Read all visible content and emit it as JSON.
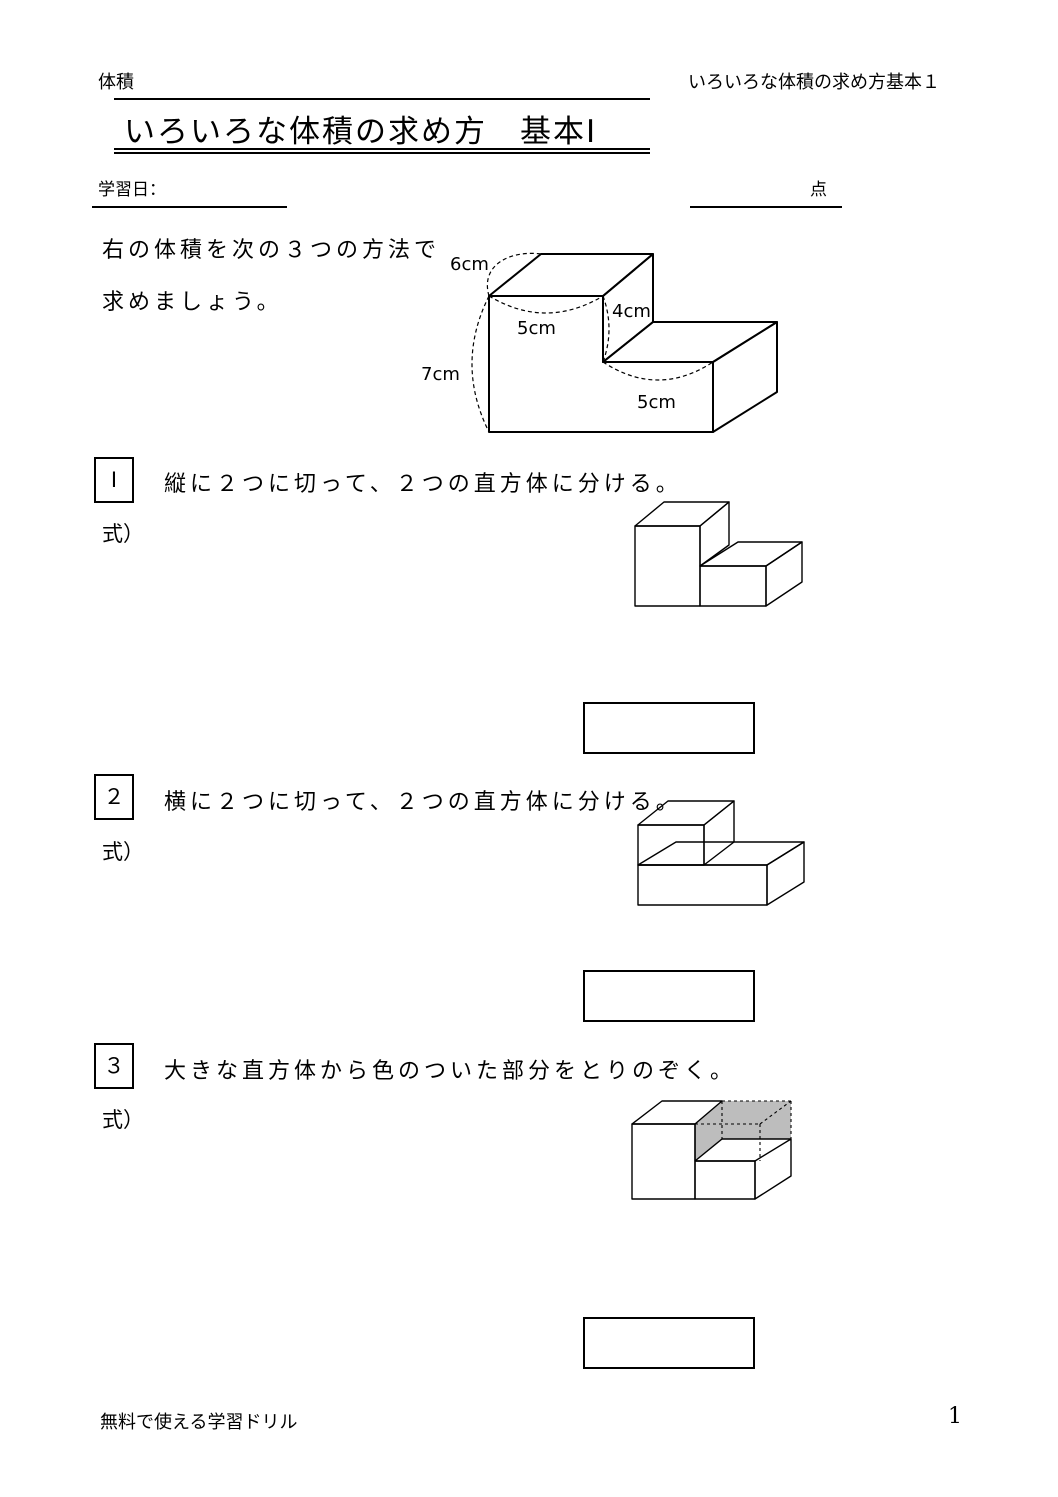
{
  "header": {
    "left": "体積",
    "right": "いろいろな体積の求め方基本１"
  },
  "title": "いろいろな体積の求め方　基本Ⅰ",
  "study_date_label": "学習日：",
  "score_label": "点",
  "intro": {
    "line1": "右の体積を次の３つの方法で",
    "line2": "求めましょう。"
  },
  "main_figure": {
    "dims": {
      "depth": "6cm",
      "top_width": "5cm",
      "step_height": "4cm",
      "total_height": "7cm",
      "bottom_width": "5cm"
    }
  },
  "problems": [
    {
      "number": "Ⅰ",
      "text": "縦に２つに切って、２つの直方体に分ける。",
      "formula_label": "式）"
    },
    {
      "number": "２",
      "text": "横に２つに切って、２つの直方体に分ける。",
      "formula_label": "式）"
    },
    {
      "number": "３",
      "text": "大きな直方体から色のついた部分をとりのぞく。",
      "formula_label": "式）"
    }
  ],
  "footer": {
    "left": "無料で使える学習ドリル",
    "page": "1"
  },
  "colors": {
    "shaded": "#bdbdbd"
  }
}
